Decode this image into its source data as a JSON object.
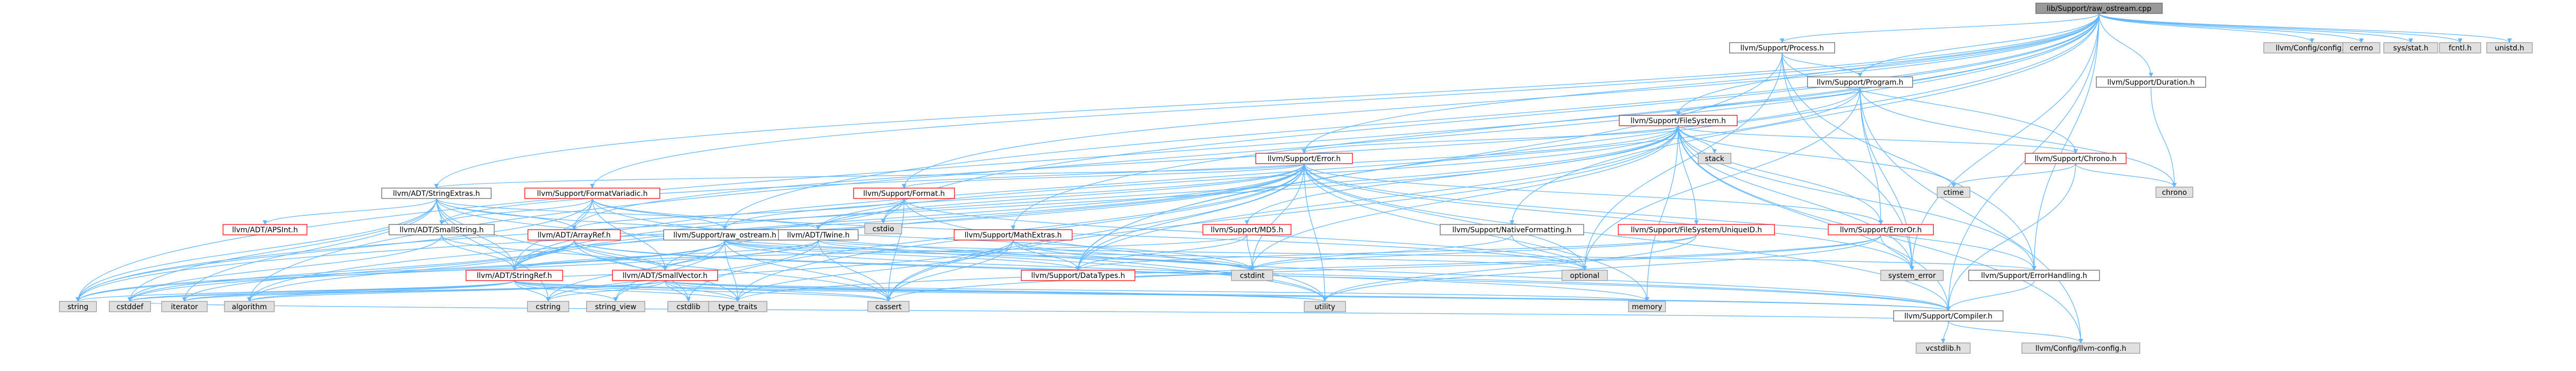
{
  "colors": {
    "edge": "#63b8ff",
    "root_fill": "#999999",
    "std_fill": "#e0e0e0",
    "std_stroke": "#999999",
    "normal_stroke": "#666666",
    "red_stroke": "#ff0000",
    "node_fill": "#ffffff"
  },
  "nodes": [
    {
      "id": "root",
      "label": "lib/Support/raw_ostream.cpp",
      "kind": "root"
    },
    {
      "id": "config",
      "label": "llvm/Config/config.h",
      "kind": "std"
    },
    {
      "id": "cerrno",
      "label": "cerrno",
      "kind": "std"
    },
    {
      "id": "sysstat",
      "label": "sys/stat.h",
      "kind": "std"
    },
    {
      "id": "fcntl",
      "label": "fcntl.h",
      "kind": "std"
    },
    {
      "id": "unistd",
      "label": "unistd.h",
      "kind": "std"
    },
    {
      "id": "process",
      "label": "llvm/Support/Process.h",
      "kind": "normal"
    },
    {
      "id": "program",
      "label": "llvm/Support/Program.h",
      "kind": "normal"
    },
    {
      "id": "duration",
      "label": "llvm/Support/Duration.h",
      "kind": "normal"
    },
    {
      "id": "filesystem",
      "label": "llvm/Support/FileSystem.h",
      "kind": "red"
    },
    {
      "id": "stack",
      "label": "stack",
      "kind": "std"
    },
    {
      "id": "chrono_h",
      "label": "llvm/Support/Chrono.h",
      "kind": "red"
    },
    {
      "id": "ctime",
      "label": "ctime",
      "kind": "std"
    },
    {
      "id": "chrono",
      "label": "chrono",
      "kind": "std"
    },
    {
      "id": "error",
      "label": "llvm/Support/Error.h",
      "kind": "red"
    },
    {
      "id": "stringextras",
      "label": "llvm/ADT/StringExtras.h",
      "kind": "normal"
    },
    {
      "id": "formatvariadic",
      "label": "llvm/Support/FormatVariadic.h",
      "kind": "red"
    },
    {
      "id": "format",
      "label": "llvm/Support/Format.h",
      "kind": "red"
    },
    {
      "id": "cstdio",
      "label": "cstdio",
      "kind": "std"
    },
    {
      "id": "apsint",
      "label": "llvm/ADT/APSInt.h",
      "kind": "red"
    },
    {
      "id": "smallstring",
      "label": "llvm/ADT/SmallString.h",
      "kind": "normal"
    },
    {
      "id": "arrayref",
      "label": "llvm/ADT/ArrayRef.h",
      "kind": "red"
    },
    {
      "id": "rawostream",
      "label": "llvm/Support/raw_ostream.h",
      "kind": "normal"
    },
    {
      "id": "twine",
      "label": "llvm/ADT/Twine.h",
      "kind": "normal"
    },
    {
      "id": "mathextras",
      "label": "llvm/Support/MathExtras.h",
      "kind": "red"
    },
    {
      "id": "md5",
      "label": "llvm/Support/MD5.h",
      "kind": "red"
    },
    {
      "id": "nativeformatting",
      "label": "llvm/Support/NativeFormatting.h",
      "kind": "normal"
    },
    {
      "id": "fsunique",
      "label": "llvm/Support/FileSystem/UniqueID.h",
      "kind": "red"
    },
    {
      "id": "erroror",
      "label": "llvm/Support/ErrorOr.h",
      "kind": "red"
    },
    {
      "id": "stringref",
      "label": "llvm/ADT/StringRef.h",
      "kind": "red"
    },
    {
      "id": "smallvector",
      "label": "llvm/ADT/SmallVector.h",
      "kind": "red"
    },
    {
      "id": "datatypes",
      "label": "llvm/Support/DataTypes.h",
      "kind": "red"
    },
    {
      "id": "optional",
      "label": "optional",
      "kind": "std"
    },
    {
      "id": "cstdint",
      "label": "cstdint",
      "kind": "std"
    },
    {
      "id": "systemerror",
      "label": "system_error",
      "kind": "std"
    },
    {
      "id": "errorhandling",
      "label": "llvm/Support/ErrorHandling.h",
      "kind": "normal"
    },
    {
      "id": "compiler",
      "label": "llvm/Support/Compiler.h",
      "kind": "normal"
    },
    {
      "id": "string",
      "label": "string",
      "kind": "std"
    },
    {
      "id": "cstddef",
      "label": "cstddef",
      "kind": "std"
    },
    {
      "id": "iterator",
      "label": "iterator",
      "kind": "std"
    },
    {
      "id": "algorithm",
      "label": "algorithm",
      "kind": "std"
    },
    {
      "id": "cstring",
      "label": "cstring",
      "kind": "std"
    },
    {
      "id": "string_view",
      "label": "string_view",
      "kind": "std"
    },
    {
      "id": "cstdlib",
      "label": "cstdlib",
      "kind": "std"
    },
    {
      "id": "type_traits",
      "label": "type_traits",
      "kind": "std"
    },
    {
      "id": "cassert",
      "label": "cassert",
      "kind": "std"
    },
    {
      "id": "utility",
      "label": "utility",
      "kind": "std"
    },
    {
      "id": "memory",
      "label": "memory",
      "kind": "std"
    },
    {
      "id": "vcstdlib",
      "label": "vcstdlib.h",
      "kind": "std"
    },
    {
      "id": "llvmconfig",
      "label": "llvm/Config/llvm-config.h",
      "kind": "std"
    }
  ],
  "edges": [
    [
      "root",
      "config"
    ],
    [
      "root",
      "cerrno"
    ],
    [
      "root",
      "sysstat"
    ],
    [
      "root",
      "fcntl"
    ],
    [
      "root",
      "unistd"
    ],
    [
      "root",
      "process"
    ],
    [
      "root",
      "program"
    ],
    [
      "root",
      "duration"
    ],
    [
      "root",
      "filesystem"
    ],
    [
      "root",
      "error"
    ],
    [
      "root",
      "stringextras"
    ],
    [
      "root",
      "formatvariadic"
    ],
    [
      "root",
      "format"
    ],
    [
      "root",
      "rawostream"
    ],
    [
      "root",
      "nativeformatting"
    ],
    [
      "root",
      "mathextras"
    ],
    [
      "root",
      "errorhandling"
    ],
    [
      "root",
      "compiler"
    ],
    [
      "root",
      "algorithm"
    ],
    [
      "root",
      "cstdio"
    ],
    [
      "root",
      "systemerror"
    ],
    [
      "root",
      "datatypes"
    ],
    [
      "root",
      "string"
    ],
    [
      "process",
      "program"
    ],
    [
      "process",
      "chrono_h"
    ],
    [
      "process",
      "errorhandling"
    ],
    [
      "process",
      "systemerror"
    ],
    [
      "process",
      "optional"
    ],
    [
      "process",
      "datatypes"
    ],
    [
      "program",
      "filesystem"
    ],
    [
      "program",
      "erroror"
    ],
    [
      "program",
      "stringref"
    ],
    [
      "program",
      "arrayref"
    ],
    [
      "program",
      "chrono"
    ],
    [
      "program",
      "systemerror"
    ],
    [
      "program",
      "llvmconfig"
    ],
    [
      "program",
      "optional"
    ],
    [
      "duration",
      "chrono"
    ],
    [
      "filesystem",
      "stack"
    ],
    [
      "filesystem",
      "chrono_h"
    ],
    [
      "filesystem",
      "error"
    ],
    [
      "filesystem",
      "errorhandling"
    ],
    [
      "filesystem",
      "erroror"
    ],
    [
      "filesystem",
      "fsunique"
    ],
    [
      "filesystem",
      "md5"
    ],
    [
      "filesystem",
      "ctime"
    ],
    [
      "filesystem",
      "twine"
    ],
    [
      "filesystem",
      "smallstring"
    ],
    [
      "filesystem",
      "stringref"
    ],
    [
      "filesystem",
      "cassert"
    ],
    [
      "filesystem",
      "memory"
    ],
    [
      "filesystem",
      "string"
    ],
    [
      "filesystem",
      "systemerror"
    ],
    [
      "filesystem",
      "llvmconfig"
    ],
    [
      "filesystem",
      "cstdint"
    ],
    [
      "filesystem",
      "datatypes"
    ],
    [
      "filesystem",
      "compiler"
    ],
    [
      "chrono_h",
      "ctime"
    ],
    [
      "chrono_h",
      "chrono"
    ],
    [
      "chrono_h",
      "compiler"
    ],
    [
      "error",
      "format"
    ],
    [
      "error",
      "stringextras"
    ],
    [
      "error",
      "twine"
    ],
    [
      "error",
      "errorhandling"
    ],
    [
      "error",
      "erroror"
    ],
    [
      "error",
      "abi"
    ],
    [
      "error",
      "cassert"
    ],
    [
      "error",
      "cstdint"
    ],
    [
      "error",
      "cstdlib"
    ],
    [
      "error",
      "memory"
    ],
    [
      "error",
      "optional"
    ],
    [
      "error",
      "string"
    ],
    [
      "error",
      "systemerror"
    ],
    [
      "error",
      "type_traits"
    ],
    [
      "error",
      "utility"
    ],
    [
      "error",
      "vector_placeholder"
    ],
    [
      "error",
      "compiler"
    ],
    [
      "error",
      "datatypes"
    ],
    [
      "error",
      "smallvector"
    ],
    [
      "error",
      "stringref"
    ],
    [
      "error",
      "rawostream"
    ],
    [
      "error",
      "algorithm"
    ],
    [
      "stringextras",
      "apsint"
    ],
    [
      "stringextras",
      "arrayref"
    ],
    [
      "stringextras",
      "smallstring"
    ],
    [
      "stringextras",
      "stringref"
    ],
    [
      "stringextras",
      "twine"
    ],
    [
      "stringextras",
      "cstddef"
    ],
    [
      "stringextras",
      "cstdint"
    ],
    [
      "stringextras",
      "cstdlib"
    ],
    [
      "stringextras",
      "cstring"
    ],
    [
      "stringextras",
      "iterator"
    ],
    [
      "stringextras",
      "string"
    ],
    [
      "stringextras",
      "utility"
    ],
    [
      "formatvariadic",
      "arrayref"
    ],
    [
      "formatvariadic",
      "smallstring"
    ],
    [
      "formatvariadic",
      "smallvector"
    ],
    [
      "formatvariadic",
      "stringref"
    ],
    [
      "formatvariadic",
      "rawostream"
    ],
    [
      "formatvariadic",
      "optional"
    ],
    [
      "formatvariadic",
      "string"
    ],
    [
      "formatvariadic",
      "utility"
    ],
    [
      "formatvariadic",
      "array_placeholder"
    ],
    [
      "format",
      "arrayref"
    ],
    [
      "format",
      "stringref"
    ],
    [
      "format",
      "cassert"
    ],
    [
      "format",
      "cstdio"
    ],
    [
      "format",
      "optional"
    ],
    [
      "format",
      "tuple_placeholder"
    ],
    [
      "format",
      "utility"
    ],
    [
      "smallstring",
      "smallvector"
    ],
    [
      "smallstring",
      "stringref"
    ],
    [
      "smallstring",
      "cstddef"
    ],
    [
      "arrayref",
      "smallvector"
    ],
    [
      "arrayref",
      "compiler"
    ],
    [
      "arrayref",
      "algorithm"
    ],
    [
      "arrayref",
      "cassert"
    ],
    [
      "arrayref",
      "cstddef"
    ],
    [
      "arrayref",
      "iterator"
    ],
    [
      "arrayref",
      "memory"
    ],
    [
      "arrayref",
      "type_traits"
    ],
    [
      "rawostream",
      "compiler"
    ],
    [
      "rawostream",
      "datatypes"
    ],
    [
      "rawostream",
      "cassert"
    ],
    [
      "rawostream",
      "cstddef"
    ],
    [
      "rawostream",
      "cstdint"
    ],
    [
      "rawostream",
      "cstring"
    ],
    [
      "rawostream",
      "optional"
    ],
    [
      "rawostream",
      "string"
    ],
    [
      "rawostream",
      "string_view"
    ],
    [
      "rawostream",
      "system_error"
    ],
    [
      "rawostream",
      "type_traits"
    ],
    [
      "twine",
      "smallvector"
    ],
    [
      "twine",
      "stringref"
    ],
    [
      "twine",
      "errorhandling"
    ],
    [
      "twine",
      "cassert"
    ],
    [
      "twine",
      "cstdint"
    ],
    [
      "twine",
      "string"
    ],
    [
      "twine",
      "string_view"
    ],
    [
      "mathextras",
      "compiler"
    ],
    [
      "mathextras",
      "cassert"
    ],
    [
      "mathextras",
      "climits"
    ],
    [
      "mathextras",
      "cstdint"
    ],
    [
      "mathextras",
      "cstring"
    ],
    [
      "mathextras",
      "limits"
    ],
    [
      "mathextras",
      "type_traits"
    ],
    [
      "mathextras",
      "datatypes"
    ],
    [
      "md5",
      "stringref"
    ],
    [
      "md5",
      "datatypes"
    ],
    [
      "md5",
      "cstdint"
    ],
    [
      "nativeformatting",
      "optional"
    ],
    [
      "nativeformatting",
      "cstdint"
    ],
    [
      "fsunique",
      "datatypes"
    ],
    [
      "fsunique",
      "cstdint"
    ],
    [
      "fsunique",
      "utility"
    ],
    [
      "erroror",
      "cassert"
    ],
    [
      "erroror",
      "systemerror"
    ],
    [
      "erroror",
      "type_traits"
    ],
    [
      "erroror",
      "utility"
    ],
    [
      "errorhandling",
      "compiler"
    ],
    [
      "stringref",
      "smallvector"
    ],
    [
      "stringref",
      "iterator"
    ],
    [
      "stringref",
      "compiler"
    ],
    [
      "stringref",
      "algorithm"
    ],
    [
      "stringref",
      "cassert"
    ],
    [
      "stringref",
      "cstddef"
    ],
    [
      "stringref",
      "cstring"
    ],
    [
      "stringref",
      "limits"
    ],
    [
      "stringref",
      "string"
    ],
    [
      "stringref",
      "string_view"
    ],
    [
      "stringref",
      "type_traits"
    ],
    [
      "stringref",
      "utility"
    ],
    [
      "smallvector",
      "compiler"
    ],
    [
      "smallvector",
      "algorithm"
    ],
    [
      "smallvector",
      "cassert"
    ],
    [
      "smallvector",
      "cstddef"
    ],
    [
      "smallvector",
      "cstdlib"
    ],
    [
      "smallvector",
      "cstring"
    ],
    [
      "smallvector",
      "iterator"
    ],
    [
      "smallvector",
      "memory"
    ],
    [
      "smallvector",
      "type_traits"
    ],
    [
      "smallvector",
      "utility"
    ],
    [
      "datatypes",
      "cstdint"
    ],
    [
      "compiler",
      "vcstdlib"
    ],
    [
      "compiler",
      "llvmconfig"
    ],
    [
      "compiler",
      "cstddef"
    ]
  ]
}
